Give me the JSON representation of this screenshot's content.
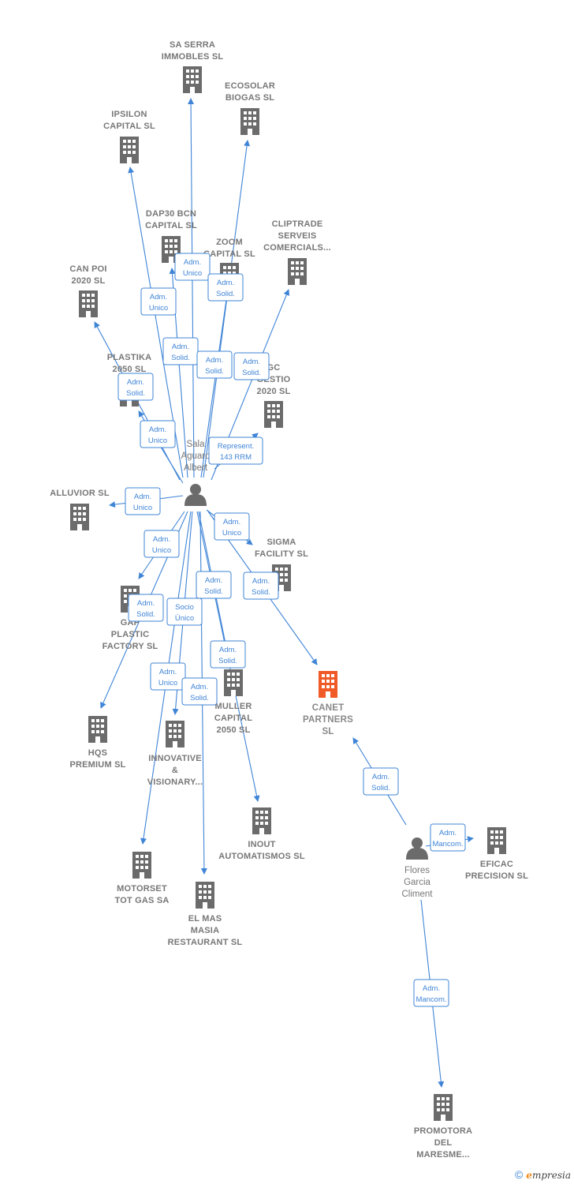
{
  "colors": {
    "edge": "#3f84d6",
    "building": "#6b6b6b",
    "focus": "#f05a28",
    "person": "#6b6b6b"
  },
  "companies": [
    {
      "id": "sa-serra",
      "lines": [
        "SA SERRA",
        "IMMOBLES SL"
      ]
    },
    {
      "id": "ecosolar",
      "lines": [
        "ECOSOLAR",
        "BIOGAS SL"
      ]
    },
    {
      "id": "ipsilon",
      "lines": [
        "IPSILON",
        "CAPITAL  SL"
      ]
    },
    {
      "id": "dap30",
      "lines": [
        "DAP30 BCN",
        "CAPITAL SL"
      ]
    },
    {
      "id": "zoom",
      "lines": [
        "ZOOM",
        "CAPITAL  SL"
      ]
    },
    {
      "id": "cliptrade",
      "lines": [
        "CLIPTRADE",
        "SERVEIS",
        "COMERCIALS..."
      ]
    },
    {
      "id": "can-poi",
      "lines": [
        "CAN POI",
        "2020  SL"
      ]
    },
    {
      "id": "plastika",
      "lines": [
        "PLASTIKA",
        "2050  SL"
      ]
    },
    {
      "id": "gc-gestio",
      "lines": [
        "GC",
        "GESTIO",
        "2020  SL"
      ]
    },
    {
      "id": "alluvior",
      "lines": [
        "ALLUVIOR  SL"
      ]
    },
    {
      "id": "sigma",
      "lines": [
        "SIGMA",
        "FACILITY  SL"
      ]
    },
    {
      "id": "gap-plastic",
      "lines": [
        "GAP",
        "PLASTIC",
        "FACTORY  SL"
      ]
    },
    {
      "id": "canet",
      "lines": [
        "CANET",
        "PARTNERS",
        "SL"
      ],
      "focus": true
    },
    {
      "id": "muller",
      "lines": [
        "MULLER",
        "CAPITAL",
        "2050  SL"
      ]
    },
    {
      "id": "hqs",
      "lines": [
        "HQS",
        "PREMIUM  SL"
      ]
    },
    {
      "id": "innovative",
      "lines": [
        "INNOVATIVE",
        "&",
        "VISIONARY..."
      ]
    },
    {
      "id": "inout",
      "lines": [
        "INOUT",
        "AUTOMATISMOS SL"
      ]
    },
    {
      "id": "eficac",
      "lines": [
        "EFICAC",
        "PRECISION  SL"
      ]
    },
    {
      "id": "motorset",
      "lines": [
        "MOTORSET",
        "TOT GAS SA"
      ]
    },
    {
      "id": "el-mas",
      "lines": [
        "EL MAS",
        "MASIA",
        "RESTAURANT SL"
      ]
    },
    {
      "id": "promotora",
      "lines": [
        "PROMOTORA",
        "DEL",
        "MARESME..."
      ]
    }
  ],
  "persons": [
    {
      "id": "sala",
      "lines": [
        "Sala",
        "Aguaro",
        "Albert"
      ]
    },
    {
      "id": "flores",
      "lines": [
        "Flores",
        "Garcia",
        "Climent"
      ]
    }
  ],
  "badges": [
    {
      "id": "b-dap30",
      "lines": [
        "Adm.",
        "Unico"
      ]
    },
    {
      "id": "b-zoom",
      "lines": [
        "Adm.",
        "Solid."
      ]
    },
    {
      "id": "b-ipsilon",
      "lines": [
        "Adm.",
        "Unico"
      ]
    },
    {
      "id": "b-sa-serra",
      "lines": [
        "Adm.",
        "Solid."
      ]
    },
    {
      "id": "b-ecosolar",
      "lines": [
        "Adm.",
        "Solid."
      ]
    },
    {
      "id": "b-cliptrade",
      "lines": [
        "Adm.",
        "Solid."
      ]
    },
    {
      "id": "b-can-poi",
      "lines": [
        "Adm.",
        "Solid."
      ]
    },
    {
      "id": "b-plastika",
      "lines": [
        "Adm.",
        "Unico"
      ]
    },
    {
      "id": "b-gc",
      "lines": [
        "Represent.",
        "143 RRM"
      ]
    },
    {
      "id": "b-alluvior",
      "lines": [
        "Adm.",
        "Unico"
      ]
    },
    {
      "id": "b-sigma",
      "lines": [
        "Adm.",
        "Unico"
      ]
    },
    {
      "id": "b-gap",
      "lines": [
        "Adm.",
        "Unico"
      ]
    },
    {
      "id": "b-muller",
      "lines": [
        "Adm.",
        "Solid."
      ]
    },
    {
      "id": "b-canet",
      "lines": [
        "Adm.",
        "Solid."
      ]
    },
    {
      "id": "b-hqs",
      "lines": [
        "Adm.",
        "Solid."
      ]
    },
    {
      "id": "b-innovative",
      "lines": [
        "Socio",
        "Único"
      ]
    },
    {
      "id": "b-inout",
      "lines": [
        "Adm.",
        "Solid."
      ]
    },
    {
      "id": "b-motorset",
      "lines": [
        "Adm.",
        "Unico"
      ]
    },
    {
      "id": "b-el-mas",
      "lines": [
        "Adm.",
        "Solid."
      ]
    },
    {
      "id": "b-flores-canet",
      "lines": [
        "Adm.",
        "Solid."
      ]
    },
    {
      "id": "b-eficac",
      "lines": [
        "Adm.",
        "Mancom."
      ]
    },
    {
      "id": "b-promotora",
      "lines": [
        "Adm.",
        "Mancom."
      ]
    }
  ],
  "footer": {
    "copyright": "©",
    "brand_initial": "e",
    "brand_rest": "mpresia"
  }
}
